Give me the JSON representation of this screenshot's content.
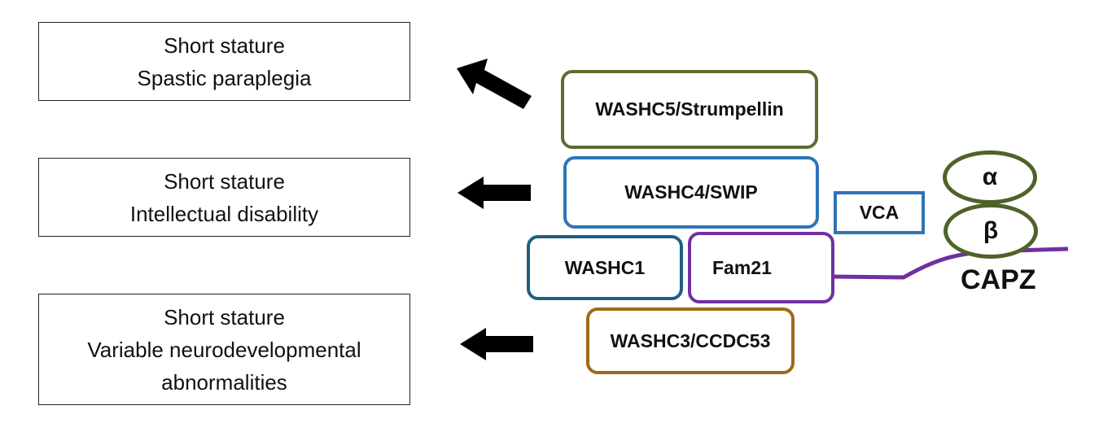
{
  "phenotypes": [
    {
      "lines": [
        "Short stature",
        "Spastic paraplegia"
      ]
    },
    {
      "lines": [
        "Short stature",
        "Intellectual disability"
      ]
    },
    {
      "lines": [
        "Short stature",
        "Variable neurodevelopmental",
        "abnormalities"
      ]
    }
  ],
  "proteins": {
    "washc5": {
      "label": "WASHC5/Strumpellin",
      "color": "#5b6e2e"
    },
    "washc4": {
      "label": "WASHC4/SWIP",
      "color": "#2e75b6"
    },
    "vca": {
      "label": "VCA",
      "color": "#2e75b6"
    },
    "washc1": {
      "label": "WASHC1",
      "color": "#1f5f82"
    },
    "fam21": {
      "label": "Fam21",
      "color": "#7030a0"
    },
    "washc3": {
      "label": "WASHC3/CCDC53",
      "color": "#9c6b1a"
    }
  },
  "capz": {
    "alpha": "α",
    "beta": "β",
    "label": "CAPZ",
    "color": "#4f6228"
  },
  "tail_color": "#7030a0",
  "arrow_color": "#000000"
}
